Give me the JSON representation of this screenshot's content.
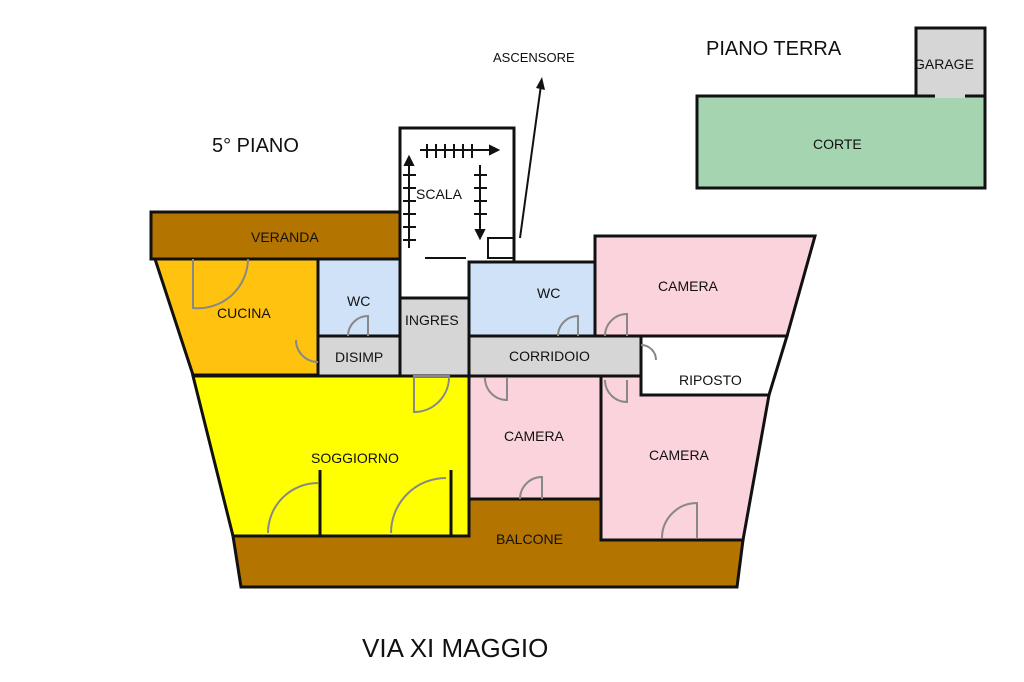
{
  "floor_labels": {
    "fifth": "5° PIANO",
    "ground": "PIANO TERRA"
  },
  "street": "VIA XI MAGGIO",
  "elevator_label": "ASCENSORE",
  "rooms": {
    "veranda": "VERANDA",
    "cucina": "CUCINA",
    "wc_left": "WC",
    "scala": "SCALA",
    "ingres": "INGRES",
    "wc_right": "WC",
    "camera_top": "CAMERA",
    "disimp": "DISIMP",
    "corridoio": "CORRIDOIO",
    "riposto": "RIPOSTO",
    "soggiorno": "SOGGIORNO",
    "camera_mid": "CAMERA",
    "camera_right": "CAMERA",
    "balcone": "BALCONE",
    "corte": "CORTE",
    "garage": "GARAGE"
  },
  "colors": {
    "veranda_balcone": "#b37400",
    "cucina": "#ffc20e",
    "soggiorno": "#ffff00",
    "wc": "#cfe2f7",
    "corridor": "#d6d6d6",
    "camera": "#fbd3dc",
    "corte": "#a4d4b0",
    "garage": "#d6d6d6"
  }
}
